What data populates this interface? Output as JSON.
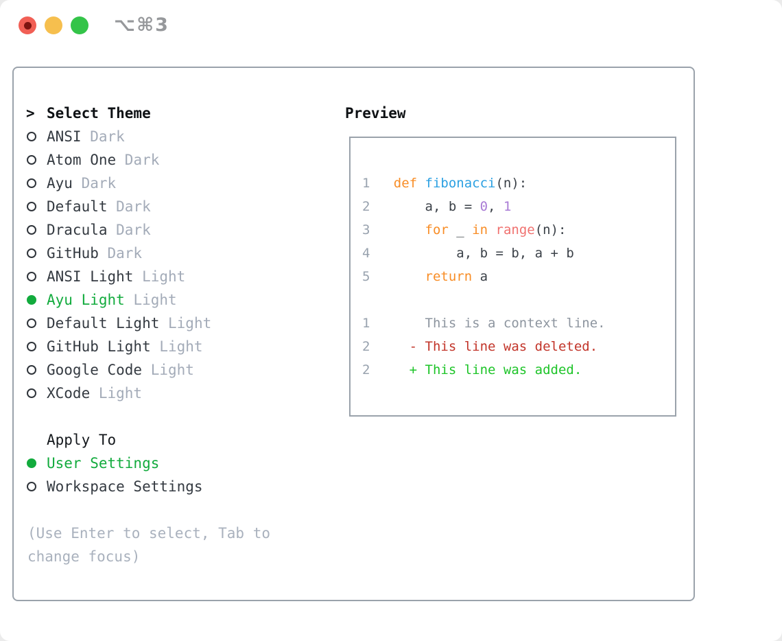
{
  "window": {
    "title": "⌥⌘3"
  },
  "theme_picker": {
    "cursor": ">",
    "header": "Select Theme",
    "themes": [
      {
        "name": "ANSI",
        "variant": "Dark",
        "selected": false
      },
      {
        "name": "Atom One",
        "variant": "Dark",
        "selected": false
      },
      {
        "name": "Ayu",
        "variant": "Dark",
        "selected": false
      },
      {
        "name": "Default",
        "variant": "Dark",
        "selected": false
      },
      {
        "name": "Dracula",
        "variant": "Dark",
        "selected": false
      },
      {
        "name": "GitHub",
        "variant": "Dark",
        "selected": false
      },
      {
        "name": "ANSI Light",
        "variant": "Light",
        "selected": false
      },
      {
        "name": "Ayu Light",
        "variant": "Light",
        "selected": true
      },
      {
        "name": "Default Light",
        "variant": "Light",
        "selected": false
      },
      {
        "name": "GitHub Light",
        "variant": "Light",
        "selected": false
      },
      {
        "name": "Google Code",
        "variant": "Light",
        "selected": false
      },
      {
        "name": "XCode",
        "variant": "Light",
        "selected": false
      }
    ],
    "apply_header": "Apply To",
    "apply_options": [
      {
        "label": "User Settings",
        "selected": true
      },
      {
        "label": "Workspace Settings",
        "selected": false
      }
    ],
    "hint": "(Use Enter to select, Tab to change focus)"
  },
  "preview": {
    "header": "Preview",
    "code_lines": [
      {
        "num": "1",
        "segments": [
          [
            "def",
            "kw"
          ],
          [
            " ",
            "pl"
          ],
          [
            "fibonacci",
            "fn"
          ],
          [
            "(n):",
            "pl"
          ]
        ]
      },
      {
        "num": "2",
        "segments": [
          [
            "    a, b = ",
            "pl"
          ],
          [
            "0",
            "numlit"
          ],
          [
            ", ",
            "pl"
          ],
          [
            "1",
            "numlit"
          ]
        ]
      },
      {
        "num": "3",
        "segments": [
          [
            "    ",
            "pl"
          ],
          [
            "for",
            "kw"
          ],
          [
            " _ ",
            "pl"
          ],
          [
            "in",
            "kw"
          ],
          [
            " ",
            "pl"
          ],
          [
            "range",
            "call"
          ],
          [
            "(n):",
            "pl"
          ]
        ]
      },
      {
        "num": "4",
        "segments": [
          [
            "        a, b = b, a + b",
            "pl"
          ]
        ]
      },
      {
        "num": "5",
        "segments": [
          [
            "    ",
            "pl"
          ],
          [
            "return",
            "kw"
          ],
          [
            " a",
            "pl"
          ]
        ]
      },
      {
        "num": "",
        "segments": []
      },
      {
        "num": "1",
        "segments": [
          [
            "    This is a context line.",
            "ctx"
          ]
        ]
      },
      {
        "num": "2",
        "segments": [
          [
            "  - This line was deleted.",
            "del"
          ]
        ]
      },
      {
        "num": "2",
        "segments": [
          [
            "  + This line was added.",
            "add"
          ]
        ]
      }
    ]
  },
  "colors": {
    "accent_green": "#12ab3d",
    "keyword_orange": "#f88d26",
    "function_blue": "#2ba0e2",
    "call_coral": "#f0716f",
    "number_purple": "#a97bd5",
    "deleted_red": "#c23429",
    "added_green": "#1dc428",
    "muted_gray": "#a3abb8",
    "border_gray": "#9aa2ab",
    "traffic_red": "#f15f55",
    "traffic_yellow": "#f6bf4e",
    "traffic_green": "#34c449"
  }
}
